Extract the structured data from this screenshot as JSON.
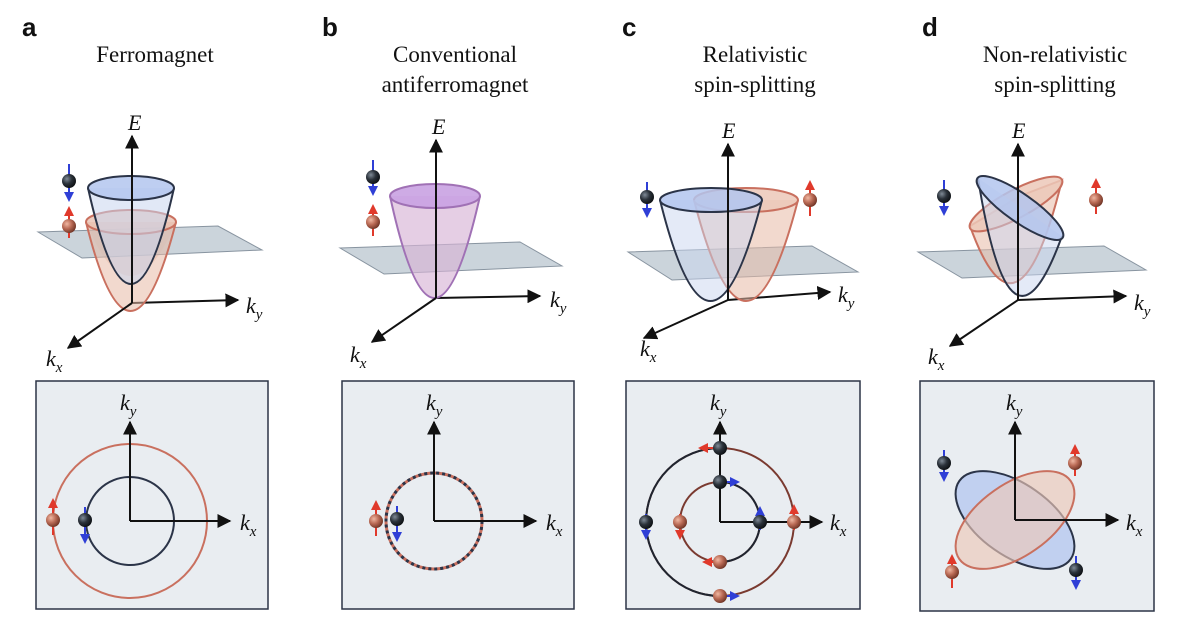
{
  "panels": [
    {
      "letter": "a",
      "title": [
        "Ferromagnet"
      ]
    },
    {
      "letter": "b",
      "title": [
        "Conventional",
        "antiferromagnet"
      ]
    },
    {
      "letter": "c",
      "title": [
        "Relativistic",
        "spin-splitting"
      ]
    },
    {
      "letter": "d",
      "title": [
        "Non-relativistic",
        "spin-splitting"
      ]
    }
  ],
  "axes": {
    "energy": "E",
    "kx": "k",
    "ky": "k",
    "kx_sub": "x",
    "ky_sub": "y"
  },
  "colors": {
    "spin_up_band": "#c9705f",
    "spin_down_band": "#2b3448",
    "up_arrow": "#e0392b",
    "down_arrow": "#2f3fd6",
    "inset_bg": "#e9edf1",
    "inset_border": "#2c3446",
    "plane": "#b9c6cf",
    "degenerate_band": "#a071b5"
  }
}
